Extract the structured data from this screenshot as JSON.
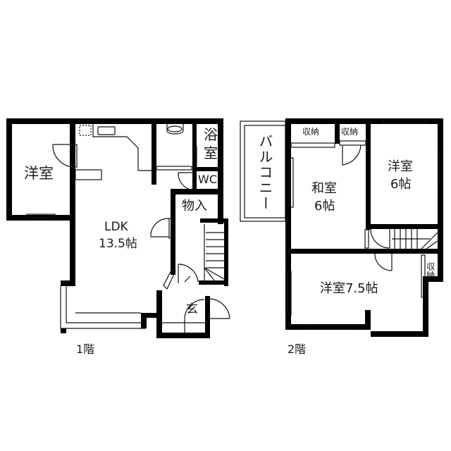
{
  "floor1": {
    "label": "1階",
    "rooms": {
      "western": "洋室",
      "ldk_name": "LDK",
      "ldk_size": "13.5帖",
      "bath_1": "浴",
      "bath_2": "室",
      "wc": "WC",
      "storage": "物入",
      "entrance": "玄"
    }
  },
  "floor2": {
    "label": "2階",
    "rooms": {
      "balcony": "バルコニー",
      "closet_a": "収納",
      "closet_b": "収納",
      "japanese_name": "和室",
      "japanese_size": "6帖",
      "western_name": "洋室",
      "western_size": "6帖",
      "western_large": "洋室7.5帖",
      "closet_side": "収納"
    }
  },
  "colors": {
    "wall": "#000000",
    "line": "#111111",
    "background": "#ffffff"
  }
}
